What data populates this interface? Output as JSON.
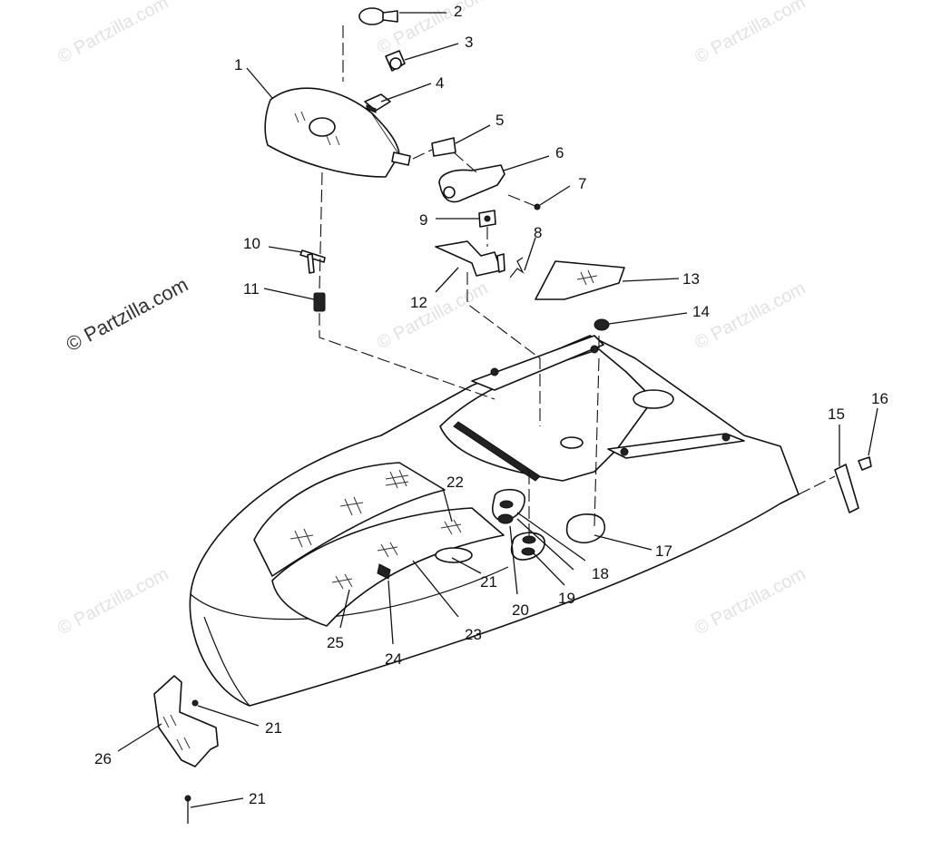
{
  "watermark": {
    "small_text": "© Partzilla.com",
    "large_text": "© Partzilla.com"
  },
  "callouts": [
    {
      "id": "1",
      "label": "1"
    },
    {
      "id": "2",
      "label": "2"
    },
    {
      "id": "3",
      "label": "3"
    },
    {
      "id": "4",
      "label": "4"
    },
    {
      "id": "5",
      "label": "5"
    },
    {
      "id": "6",
      "label": "6"
    },
    {
      "id": "7",
      "label": "7"
    },
    {
      "id": "8",
      "label": "8"
    },
    {
      "id": "9",
      "label": "9"
    },
    {
      "id": "10",
      "label": "10"
    },
    {
      "id": "11",
      "label": "11"
    },
    {
      "id": "12",
      "label": "12"
    },
    {
      "id": "13",
      "label": "13"
    },
    {
      "id": "14",
      "label": "14"
    },
    {
      "id": "15",
      "label": "15"
    },
    {
      "id": "16",
      "label": "16"
    },
    {
      "id": "17",
      "label": "17"
    },
    {
      "id": "18",
      "label": "18"
    },
    {
      "id": "19",
      "label": "19"
    },
    {
      "id": "20",
      "label": "20"
    },
    {
      "id": "21a",
      "label": "21"
    },
    {
      "id": "21b",
      "label": "21"
    },
    {
      "id": "21c",
      "label": "21"
    },
    {
      "id": "22",
      "label": "22"
    },
    {
      "id": "23",
      "label": "23"
    },
    {
      "id": "24",
      "label": "24"
    },
    {
      "id": "25",
      "label": "25"
    },
    {
      "id": "26",
      "label": "26"
    }
  ]
}
